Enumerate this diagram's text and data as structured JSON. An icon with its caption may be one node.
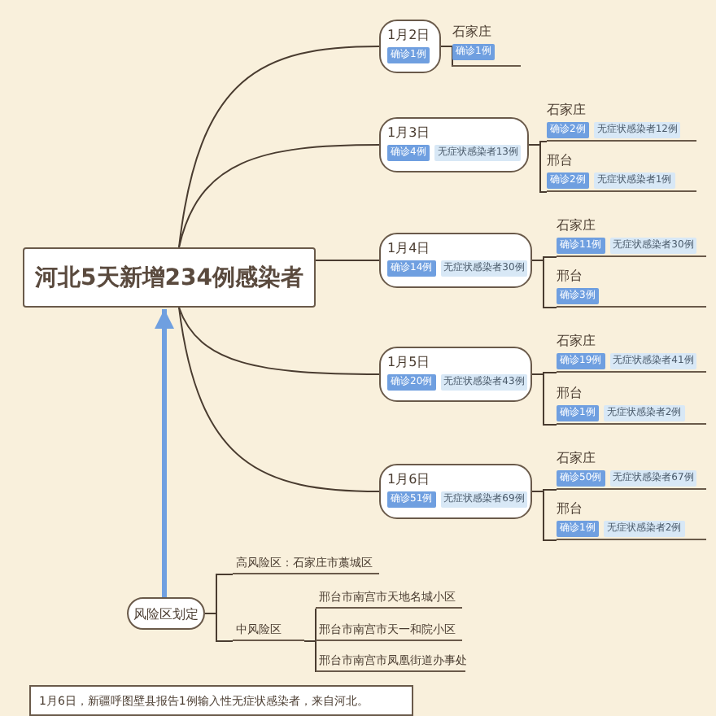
{
  "diagram": {
    "nodes": [
      {
        "text": [
          "河北5天新增234例感染者"
        ]
      },
      {
        "text": [
          "1月2日",
          "确诊1例"
        ]
      },
      {
        "text": [
          "石家庄",
          "确诊1例"
        ]
      },
      {
        "text": [
          "1月3日",
          "确诊4例",
          "无症状感染者13例"
        ]
      },
      {
        "text": [
          "石家庄",
          "确诊2例",
          "无症状感染者12例"
        ]
      },
      {
        "text": [
          "邢台",
          "确诊2例",
          "无症状感染者1例"
        ]
      },
      {
        "text": [
          "1月4日",
          "确诊14例",
          "无症状感染者30例"
        ]
      },
      {
        "text": [
          "石家庄",
          "确诊11例",
          "无症状感染者30例"
        ]
      },
      {
        "text": [
          "邢台",
          "确诊3例"
        ]
      },
      {
        "text": [
          "1月5日",
          "确诊20例",
          "无症状感染者43例"
        ]
      },
      {
        "text": [
          "石家庄",
          "确诊19例",
          "无症状感染者41例"
        ]
      },
      {
        "text": [
          "邢台",
          "确诊1例",
          "无症状感染者2例"
        ]
      },
      {
        "text": [
          "1月6日",
          "确诊51例",
          "无症状感染者69例"
        ]
      },
      {
        "text": [
          "石家庄",
          "确诊50例",
          "无症状感染者67例"
        ]
      },
      {
        "text": [
          "邢台",
          "确诊1例",
          "无症状感染者2例"
        ]
      },
      {
        "text": [
          "风险区划定"
        ]
      },
      {
        "text": [
          "高风险区：石家庄市藁城区"
        ]
      },
      {
        "text": [
          "中风险区"
        ]
      },
      {
        "text": [
          "邢台市南宫市天地名城小区"
        ]
      },
      {
        "text": [
          "邢台市南宫市天一和院小区"
        ]
      },
      {
        "text": [
          "邢台市南宫市凤凰街道办事处"
        ]
      },
      {
        "text": [
          "1月6日，新疆呼图壁县报告1例输入性无症状感染者，来自河北。"
        ]
      }
    ],
    "edges": [
      {
        "from": 0,
        "to": 1,
        "arrow": "none"
      },
      {
        "from": 1,
        "to": 2,
        "arrow": "none"
      },
      {
        "from": 0,
        "to": 3,
        "arrow": "none"
      },
      {
        "from": 3,
        "to": 4,
        "arrow": "none"
      },
      {
        "from": 3,
        "to": 5,
        "arrow": "none"
      },
      {
        "from": 0,
        "to": 6,
        "arrow": "none"
      },
      {
        "from": 6,
        "to": 7,
        "arrow": "none"
      },
      {
        "from": 6,
        "to": 8,
        "arrow": "none"
      },
      {
        "from": 0,
        "to": 9,
        "arrow": "none"
      },
      {
        "from": 9,
        "to": 10,
        "arrow": "none"
      },
      {
        "from": 9,
        "to": 11,
        "arrow": "none"
      },
      {
        "from": 0,
        "to": 12,
        "arrow": "none"
      },
      {
        "from": 12,
        "to": 13,
        "arrow": "none"
      },
      {
        "from": 12,
        "to": 14,
        "arrow": "none"
      },
      {
        "from": 15,
        "to": 0,
        "arrow": "to",
        "style": "thick",
        "color": "#6f9fe0"
      },
      {
        "from": 15,
        "to": 16,
        "arrow": "none"
      },
      {
        "from": 15,
        "to": 17,
        "arrow": "none"
      },
      {
        "from": 17,
        "to": 18,
        "arrow": "none"
      },
      {
        "from": 17,
        "to": 19,
        "arrow": "none"
      },
      {
        "from": 17,
        "to": 20,
        "arrow": "none"
      }
    ]
  }
}
